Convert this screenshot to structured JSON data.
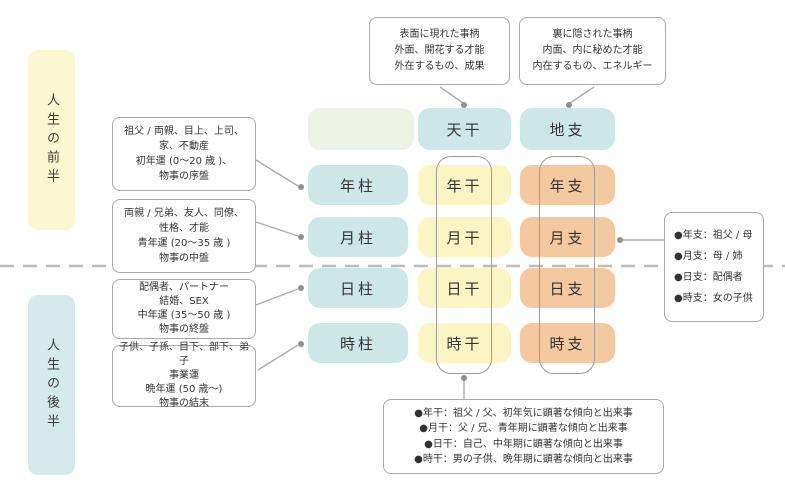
{
  "side_labels": {
    "first_half": "人生の前半",
    "second_half": "人生の後半"
  },
  "top_callouts": {
    "tenkan": {
      "lines": [
        "表面に現れた事柄",
        "外面、開花する才能",
        "外在するもの、成果"
      ]
    },
    "chishi": {
      "lines": [
        "裏に隠された事柄",
        "内面、内に秘めた才能",
        "内在するもの、エネルギー"
      ]
    }
  },
  "grid": {
    "headers": {
      "tenkan": "天干",
      "chishi": "地支"
    },
    "rows": [
      {
        "pillar": "年柱",
        "stem": "年干",
        "branch": "年支"
      },
      {
        "pillar": "月柱",
        "stem": "月干",
        "branch": "月支"
      },
      {
        "pillar": "日柱",
        "stem": "日干",
        "branch": "日支"
      },
      {
        "pillar": "時柱",
        "stem": "時干",
        "branch": "時支"
      }
    ]
  },
  "left_callouts": [
    {
      "lines": [
        "祖父 / 両親、目上、上司、",
        "家、不動産",
        "初年運 (0〜20 歳 )、",
        "物事の序盤"
      ]
    },
    {
      "lines": [
        "両親 / 兄弟、友人、同僚、",
        "性格、才能",
        "青年運 (20〜35 歳 )",
        "物事の中盤"
      ]
    },
    {
      "lines": [
        "配偶者、パートナー",
        "結婚、SEX",
        "中年運 (35〜50 歳 )",
        "物事の終盤"
      ]
    },
    {
      "lines": [
        "子供、子孫、目下、部下、弟子",
        "事業運",
        "晩年運 (50 歳〜)",
        "物事の結末"
      ]
    }
  ],
  "right_callout": {
    "lines": [
      "●年支：祖父 / 母",
      "●月支：母 / 姉",
      "●日支：配偶者",
      "●時支：女の子供"
    ]
  },
  "bottom_callout": {
    "lines": [
      "●年干：祖父 / 父、初年気に顕著な傾向と出来事",
      "●月干：父 / 兄、青年期に顕著な傾向と出来事",
      "●日干：自己、中年期に顕著な傾向と出来事",
      "●時干：男の子供、晩年期に顕著な傾向と出来事"
    ]
  },
  "colors": {
    "first_half_bg": "#FAF7D1",
    "second_half_bg": "#D5EAEA",
    "pillar_bg": "#CDE6E7",
    "stem_bg": "#FBF4C3",
    "branch_bg": "#F5C9A0",
    "blank_header_bg": "#EDF3E4",
    "callout_border": "#A8A8A8",
    "connector": "#ACACAC",
    "divider": "#BCBCBC",
    "text": "#333333"
  }
}
